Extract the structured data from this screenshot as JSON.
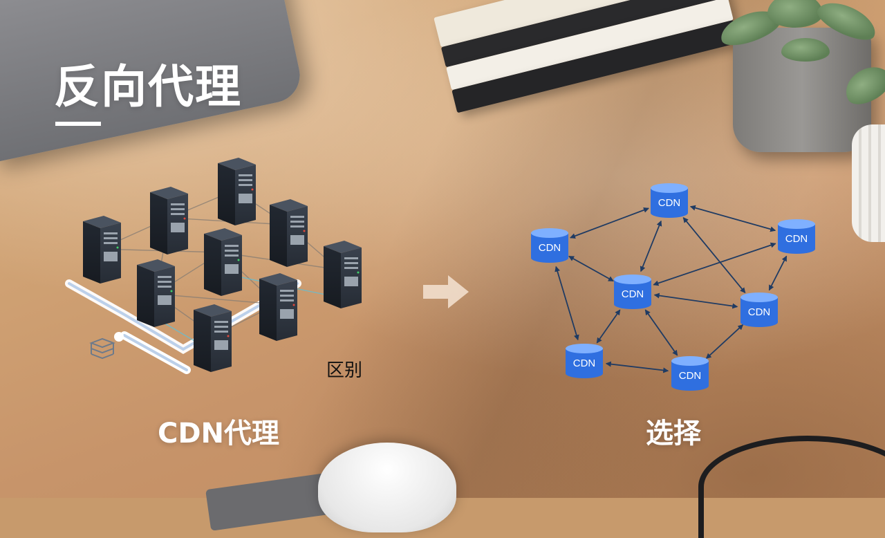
{
  "slide": {
    "title": "反向代理",
    "left_caption": "CDN代理",
    "right_caption": "选择",
    "middle_label": "区别"
  },
  "cdn_network": {
    "node_label": "CDN",
    "node_count": 7
  },
  "colors": {
    "text": "#ffffff",
    "cdn_blue": "#2f6fe0",
    "server_dark": "#2b323c",
    "link": "#1f3b63"
  }
}
